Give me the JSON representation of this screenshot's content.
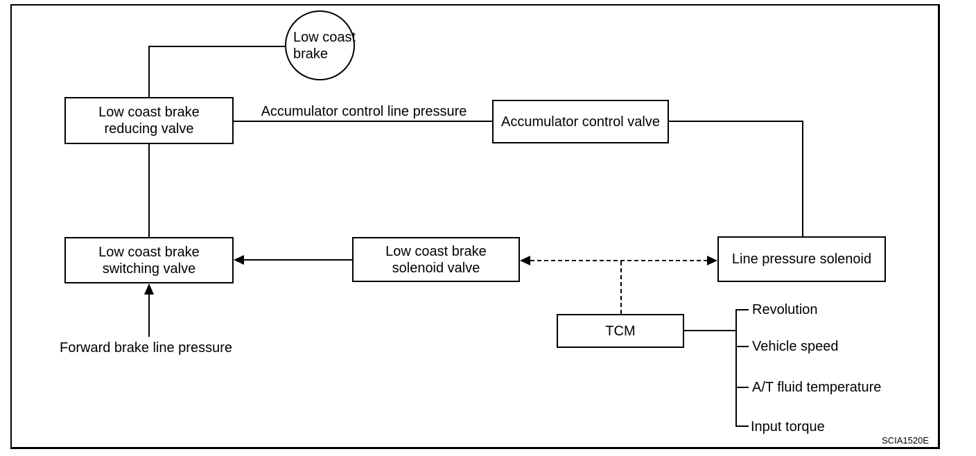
{
  "meta": {
    "figure_code": "SCIA1520E"
  },
  "diagram": {
    "colors": {
      "line": "#000000",
      "background": "#ffffff"
    },
    "circle_node": {
      "line1": "Low coast",
      "line2": "brake"
    },
    "boxes": {
      "reducing_valve": {
        "line1": "Low coast brake",
        "line2": "reducing valve"
      },
      "accumulator_control_valve": {
        "label": "Accumulator control valve"
      },
      "switching_valve": {
        "line1": "Low coast brake",
        "line2": "switching valve"
      },
      "solenoid_valve": {
        "line1": "Low coast brake",
        "line2": "solenoid valve"
      },
      "line_pressure_solenoid": {
        "label": "Line pressure solenoid"
      },
      "tcm": {
        "label": "TCM"
      }
    },
    "labels": {
      "accumulator_line_pressure": "Accumulator control line pressure",
      "forward_brake": "Forward brake line pressure"
    },
    "tcm_inputs": [
      "Revolution",
      "Vehicle speed",
      "A/T fluid temperature",
      "Input torque"
    ]
  }
}
